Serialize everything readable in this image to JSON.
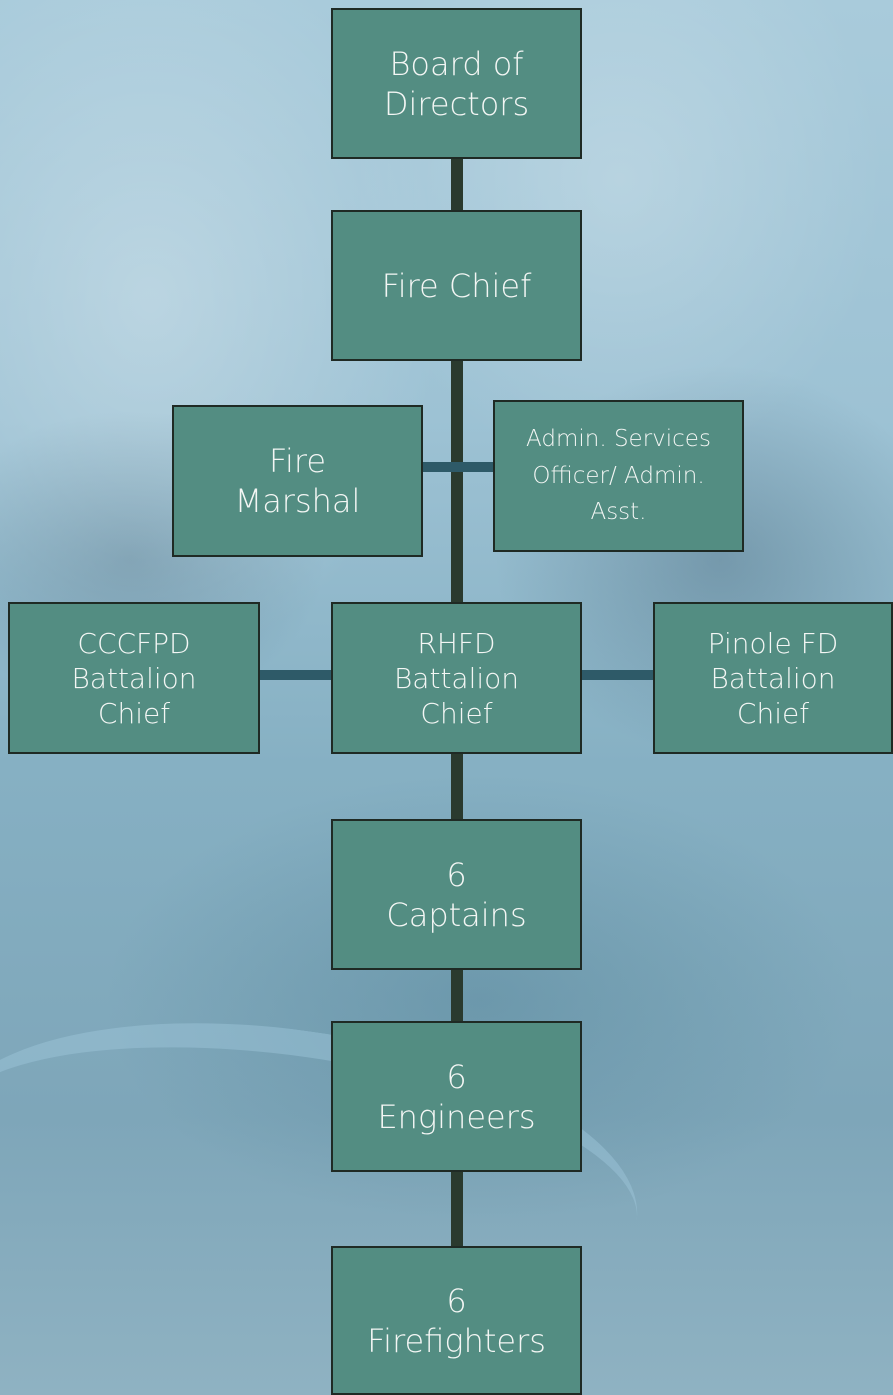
{
  "org_chart": {
    "board": "Board of\nDirectors",
    "fire_chief": "Fire Chief",
    "fire_marshal": "Fire\nMarshal",
    "admin_services": "Admin. Services\nOfficer/ Admin.\nAsst.",
    "cccfpd_bc": "CCCFPD\nBattalion\nChief",
    "rhfd_bc": "RHFD\nBattalion\nChief",
    "pinole_bc": "Pinole FD\nBattalion\nChief",
    "captains": "6\nCaptains",
    "engineers": "6\nEngineers",
    "firefighters": "6\nFirefighters"
  }
}
